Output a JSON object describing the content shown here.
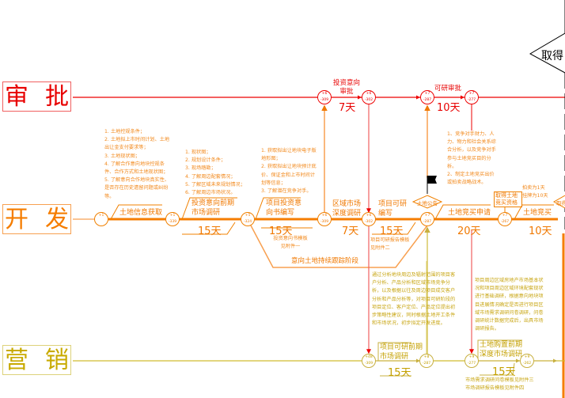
{
  "lanes": {
    "approval": [
      "审",
      "批"
    ],
    "develop": [
      "开",
      "发"
    ],
    "marketing": [
      "营",
      "销"
    ]
  },
  "approval": {
    "steps": [
      {
        "label": "投资意向审批",
        "days": "7天"
      },
      {
        "label": "可研审批",
        "days": "10天"
      }
    ],
    "nodes": [
      {
        "top": "+6",
        "bottom": "-309"
      },
      {
        "top": "+6",
        "bottom": "-302"
      },
      {
        "top": "+7",
        "bottom": "-287"
      },
      {
        "top": "+7",
        "bottom": "-277"
      }
    ],
    "note": "1、竞争对手财力、人力、物力和社会关系综合分析，以及竞争对手参与土地竞买目的分析。\n2、制定土地竞买出价或拍卖战略战术。"
  },
  "milestone": {
    "label": "取得"
  },
  "develop": {
    "steps": [
      {
        "label": "土地信息获取"
      },
      {
        "label": "投资意向前期市场调研",
        "days": "15天"
      },
      {
        "label": "项目投资意向书编写",
        "days": "15天"
      },
      {
        "label": "区域市场深度调研",
        "days": "7天"
      },
      {
        "label": "项目可研编写",
        "days": "15天"
      },
      {
        "label": "土地竞买申请",
        "days": "20天"
      },
      {
        "label": "土地竞买",
        "days": "10天"
      }
    ],
    "nodes": [
      {
        "top": "+1",
        "bottom": ""
      },
      {
        "top": "+1",
        "bottom": "-339"
      },
      {
        "top": "+5",
        "bottom": "-324"
      },
      {
        "top": "+6",
        "bottom": "-309"
      },
      {
        "top": "+6",
        "bottom": "-302"
      },
      {
        "top": "+7",
        "bottom": "-287"
      },
      {
        "top": "+7",
        "bottom": "-267"
      }
    ],
    "notes": [
      "1. 土地控规条件；\n2. 土地拟上市时间计划、土地出让金支付要求等；\n3. 土地现状图；\n4. 了解合作意向地块控规条件、合作方式和土地现状图；\n5. 了解意向合作地块真实性、是否存在历史遗留问题或纠纷等。",
      "1. 现状图；\n2. 规划设计条件；\n3. 现场踏勘；\n4. 了解周边配套情况；\n5. 了解区域未来规划情况；\n6. 了解周边市场状况。",
      "1. 获取拟出让地块电子版地形图；\n2. 获取拟出让地块预计底价、保证金和上市时间计划等信息；\n3. 了解潜在竞争对手。"
    ],
    "template1": "投资意向书模板见附件一",
    "template2": "项目可研报告模板见附件二",
    "tracking": "意向土地持续跟踪阶段",
    "announcement": "土地公告",
    "qualification": "取得土地竞买资格",
    "auction_note": "拍卖为1天\n挂牌为10天",
    "next": "取得"
  },
  "marketing": {
    "steps": [
      {
        "label": "项目可研前期市场调研",
        "days": "15天"
      },
      {
        "label": "土地购置前期深度市场调研",
        "days": "15天"
      }
    ],
    "nodes": [
      {
        "top": "+48",
        "bottom": "-309"
      },
      {
        "top": "+8",
        "bottom": "-287"
      },
      {
        "top": "+9",
        "bottom": "-277"
      },
      {
        "top": "+9",
        "bottom": "-262"
      }
    ],
    "notes": [
      "通过分析地块周边及辐射范围的项目客户分析、产品分析和区域市场竞争分析，以及根据以往及周边项目成交客户分析和产品分析等，对项目可研阶段的项目定位、客户定位、产品定位提出初步策略性建议，同时根据土地开工条件和市场状况，初步拟定开发进度。",
      "项目周边区域房地产市场基本状况和项目周边区域环境配套现状进行基础调研，根据意向地块项目进展情况确定是否进行项目区域市场需求调研问卷调研，问卷调研统计数据完成后，出具市场调研报告。"
    ],
    "templates": "市场需求调研问卷模板见附件三\n市场调研报告模板见附件四"
  }
}
